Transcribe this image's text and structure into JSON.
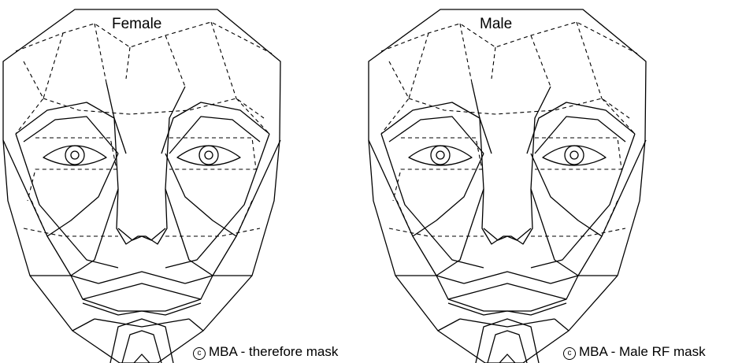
{
  "figure": {
    "panels": [
      {
        "title": "Female",
        "credit_symbol": "c",
        "credit": "MBA - therefore mask"
      },
      {
        "title": "Male",
        "credit_symbol": "c",
        "credit": "MBA - Male RF mask"
      }
    ],
    "colors": {
      "line": "#000000",
      "background": "#ffffff"
    }
  }
}
